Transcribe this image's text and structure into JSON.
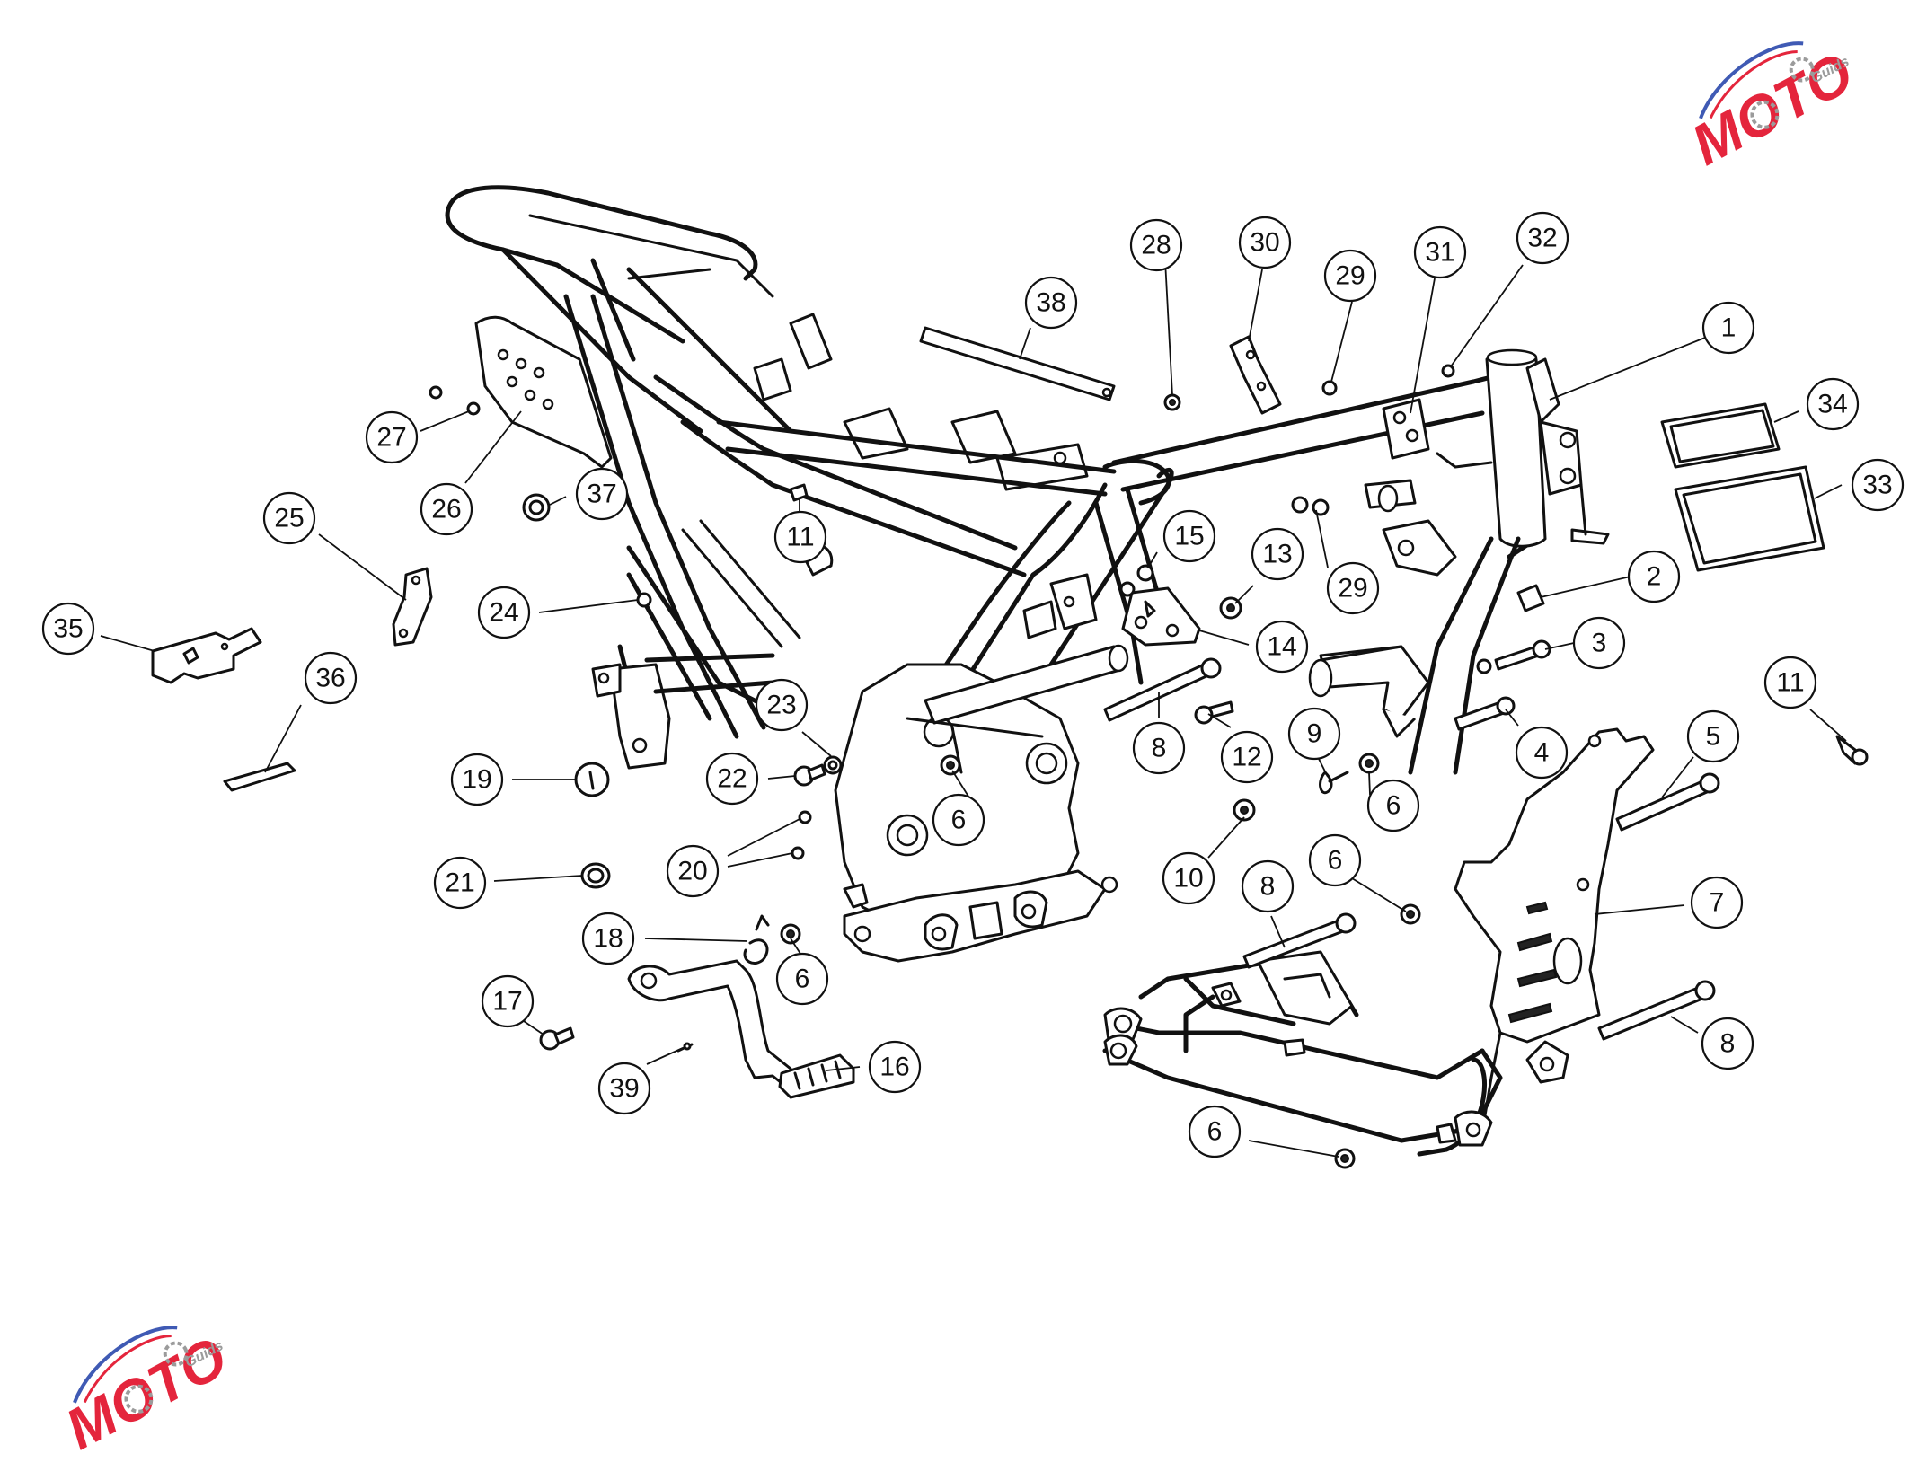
{
  "diagram": {
    "callouts": [
      {
        "id": "c1",
        "label": "1"
      },
      {
        "id": "c2",
        "label": "2"
      },
      {
        "id": "c3",
        "label": "3"
      },
      {
        "id": "c4",
        "label": "4"
      },
      {
        "id": "c5",
        "label": "5"
      },
      {
        "id": "c6a",
        "label": "6"
      },
      {
        "id": "c6b",
        "label": "6"
      },
      {
        "id": "c6c",
        "label": "6"
      },
      {
        "id": "c6d",
        "label": "6"
      },
      {
        "id": "c6e",
        "label": "6"
      },
      {
        "id": "c7",
        "label": "7"
      },
      {
        "id": "c8a",
        "label": "8"
      },
      {
        "id": "c8b",
        "label": "8"
      },
      {
        "id": "c8c",
        "label": "8"
      },
      {
        "id": "c9",
        "label": "9"
      },
      {
        "id": "c10",
        "label": "10"
      },
      {
        "id": "c11a",
        "label": "11"
      },
      {
        "id": "c11b",
        "label": "11"
      },
      {
        "id": "c12",
        "label": "12"
      },
      {
        "id": "c13",
        "label": "13"
      },
      {
        "id": "c14",
        "label": "14"
      },
      {
        "id": "c15",
        "label": "15"
      },
      {
        "id": "c16",
        "label": "16"
      },
      {
        "id": "c17",
        "label": "17"
      },
      {
        "id": "c18",
        "label": "18"
      },
      {
        "id": "c19",
        "label": "19"
      },
      {
        "id": "c20",
        "label": "20"
      },
      {
        "id": "c21",
        "label": "21"
      },
      {
        "id": "c22",
        "label": "22"
      },
      {
        "id": "c23",
        "label": "23"
      },
      {
        "id": "c24",
        "label": "24"
      },
      {
        "id": "c25",
        "label": "25"
      },
      {
        "id": "c26",
        "label": "26"
      },
      {
        "id": "c27",
        "label": "27"
      },
      {
        "id": "c28",
        "label": "28"
      },
      {
        "id": "c29a",
        "label": "29"
      },
      {
        "id": "c29b",
        "label": "29"
      },
      {
        "id": "c30",
        "label": "30"
      },
      {
        "id": "c31",
        "label": "31"
      },
      {
        "id": "c32",
        "label": "32"
      },
      {
        "id": "c33",
        "label": "33"
      },
      {
        "id": "c34",
        "label": "34"
      },
      {
        "id": "c35",
        "label": "35"
      },
      {
        "id": "c36",
        "label": "36"
      },
      {
        "id": "c37",
        "label": "37"
      },
      {
        "id": "c38",
        "label": "38"
      },
      {
        "id": "c39",
        "label": "39"
      }
    ]
  },
  "watermark": {
    "brand": "MOTO",
    "tagline": "Guids",
    "colors": {
      "red": "#e0001b",
      "blue": "#1e3ea8",
      "gray": "#8a8a8a"
    }
  }
}
